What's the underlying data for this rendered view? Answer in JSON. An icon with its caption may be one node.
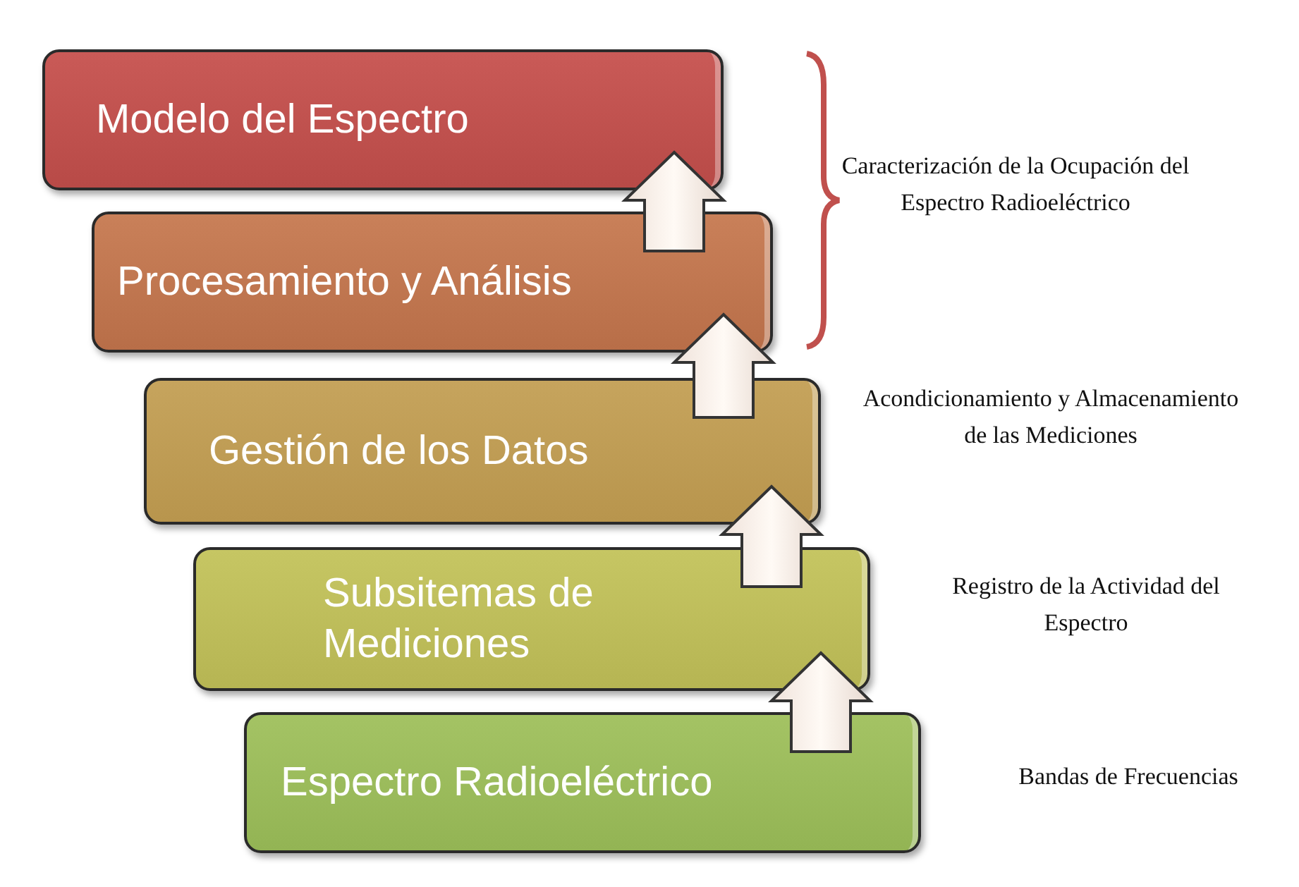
{
  "diagram": {
    "nodes": [
      {
        "text": [
          "Modelo del Espectro"
        ]
      },
      {
        "text": [
          "Procesamiento y Análisis"
        ]
      },
      {
        "text": [
          "Gestión de los Datos"
        ]
      },
      {
        "text": [
          "Subsitemas de Mediciones"
        ]
      },
      {
        "text": [
          "Espectro Radioeléctrico"
        ]
      }
    ],
    "edges": [
      {
        "from": 1,
        "to": 0,
        "arrow": "to"
      },
      {
        "from": 2,
        "to": 1,
        "arrow": "to"
      },
      {
        "from": 3,
        "to": 2,
        "arrow": "to"
      },
      {
        "from": 4,
        "to": 3,
        "arrow": "to"
      }
    ],
    "labels": [
      "Caracterización de la Ocupación del Espectro Radioeléctrico",
      "Acondicionamiento y Almacenamiento de las Mediciones",
      "Registro de la Actividad del Espectro",
      "Bandas de Frecuencias"
    ]
  }
}
